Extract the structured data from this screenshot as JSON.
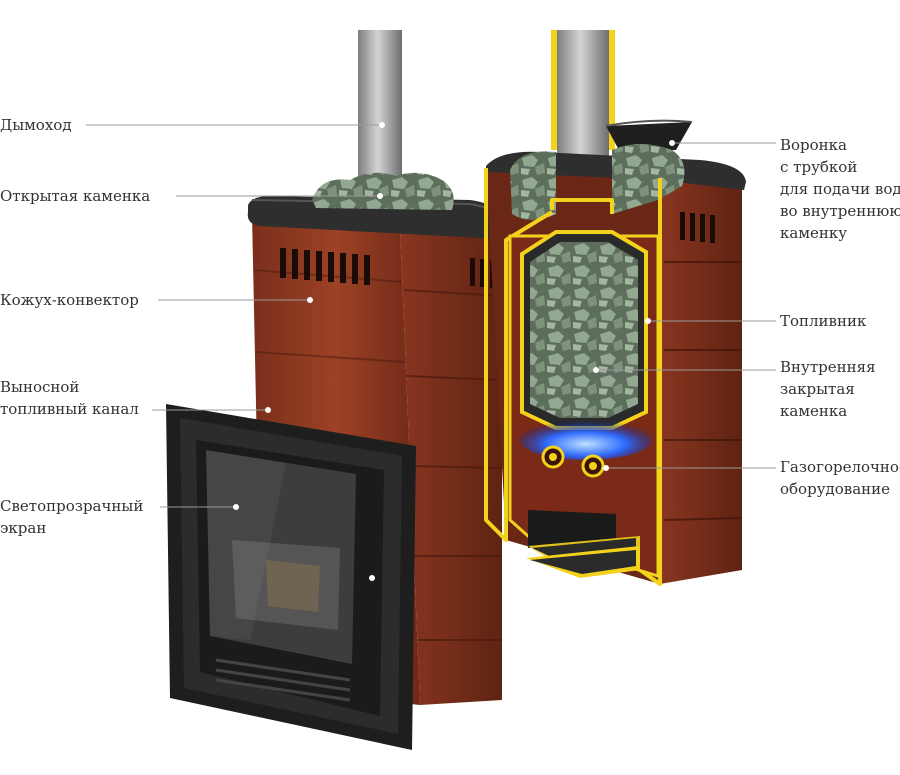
{
  "diagram": {
    "labels_left": [
      {
        "id": "chimney",
        "lines": [
          "Дымоход"
        ]
      },
      {
        "id": "open-heater",
        "lines": [
          "Открытая каменка"
        ]
      },
      {
        "id": "convector-casing",
        "lines": [
          "Кожух-конвектор"
        ]
      },
      {
        "id": "remote-fuel-channel",
        "lines": [
          "Выносной",
          "топливный канал"
        ]
      },
      {
        "id": "transparent-screen",
        "lines": [
          "Светопрозрачный",
          "экран"
        ]
      }
    ],
    "labels_right": [
      {
        "id": "funnel",
        "lines": [
          "Воронка",
          "с трубкой",
          "для подачи воды",
          "во внутреннюю",
          "каменку"
        ]
      },
      {
        "id": "firebox",
        "lines": [
          "Топливник"
        ]
      },
      {
        "id": "inner-closed-heater",
        "lines": [
          "Внутренняя",
          "закрытая",
          "каменка"
        ]
      },
      {
        "id": "gas-burner",
        "lines": [
          "Газогорелочное",
          "оборудование"
        ]
      }
    ]
  },
  "colors": {
    "casing": "#8e3a22",
    "casing_dark": "#6a2716",
    "top_cap": "#2e2e2e",
    "door_frame": "#222222",
    "glass": "#3a3a3a",
    "stones": "#7b8f7a",
    "outline": "#f3d21c",
    "flame": "#2f6bff",
    "pipe": "#a8a8a8",
    "leader": "#9a9a9a",
    "text": "#333333"
  }
}
